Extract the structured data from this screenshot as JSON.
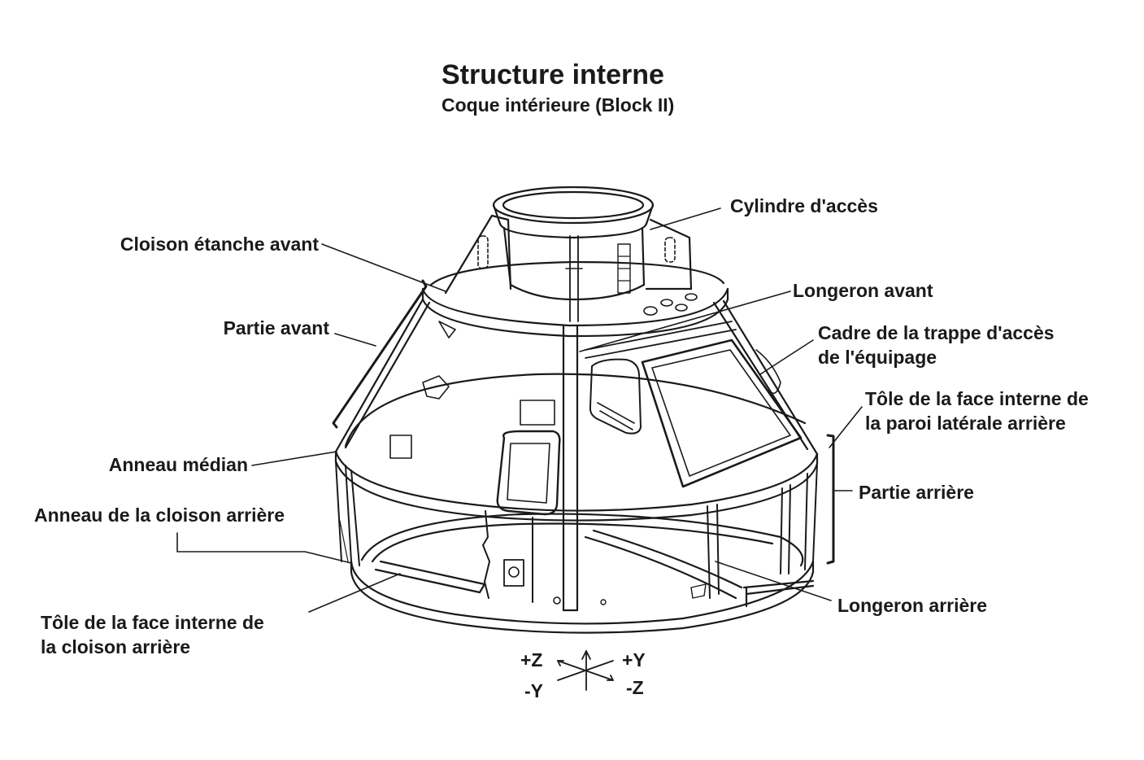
{
  "title": "Structure interne",
  "subtitle": "Coque intérieure (Block II)",
  "labels": {
    "access_cylinder": "Cylindre d'accès",
    "forward_bulkhead": "Cloison étanche avant",
    "forward_section": "Partie avant",
    "forward_longeron": "Longeron avant",
    "hatch_frame_1": "Cadre de la trappe d'accès",
    "hatch_frame_2": "de l'équipage",
    "aft_sidewall_1": "Tôle de la face interne de",
    "aft_sidewall_2": "la paroi latérale arrière",
    "mid_ring": "Anneau médian",
    "aft_section": "Partie arrière",
    "aft_bulkhead_ring": "Anneau de la cloison arrière",
    "aft_longeron": "Longeron arrière",
    "aft_bulkhead_skin_1": "Tôle de la face interne de",
    "aft_bulkhead_skin_2": "la cloison arrière"
  },
  "axes": {
    "plus_z": "+Z",
    "plus_y": "+Y",
    "minus_y": "-Y",
    "minus_z": "-Z"
  },
  "colors": {
    "ink": "#1a1a1a",
    "background": "#ffffff"
  }
}
